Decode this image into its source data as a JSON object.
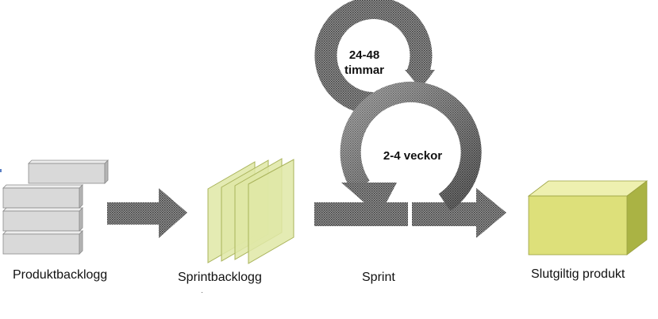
{
  "stages": {
    "product_backlog": "Produktbacklogg",
    "sprint_backlog": "Sprintbacklogg",
    "sprint": "Sprint",
    "final_product": "Slutgiltig produkt"
  },
  "cycles": {
    "daily_line1": "24-48",
    "daily_line2": "timmar",
    "sprint_length": "2-4 veckor"
  },
  "colors": {
    "backlog_box": "#d9d9d9",
    "sprint_sheet": "#dfe8a6",
    "product_box": "#dde07a",
    "arrow": "#6d6d6d"
  }
}
